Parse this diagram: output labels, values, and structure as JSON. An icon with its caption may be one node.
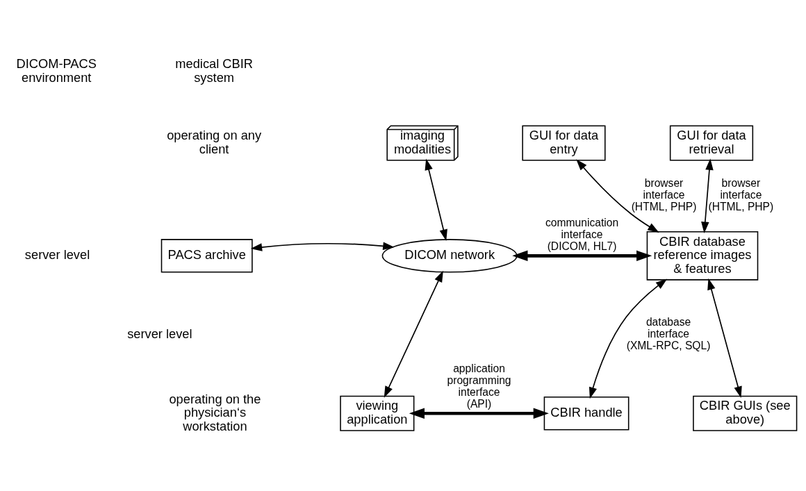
{
  "diagram": {
    "nodes": [
      {
        "text": [
          "imaging modalities"
        ]
      },
      {
        "text": [
          "GUI for data entry"
        ]
      },
      {
        "text": [
          "GUI for data retrieval"
        ]
      },
      {
        "text": [
          "PACS archive"
        ]
      },
      {
        "text": [
          "DICOM network"
        ]
      },
      {
        "text": [
          "CBIR database reference images & features"
        ]
      },
      {
        "text": [
          "viewing application"
        ]
      },
      {
        "text": [
          "CBIR handle"
        ]
      },
      {
        "text": [
          "CBIR GUIs (see above)"
        ]
      }
    ],
    "edges": [
      {
        "from": 0,
        "to": 4,
        "arrow": "both"
      },
      {
        "from": 1,
        "to": 5,
        "arrow": "both",
        "label": "browser interface (HTML, PHP)"
      },
      {
        "from": 2,
        "to": 5,
        "arrow": "both",
        "label": "browser interface (HTML, PHP)"
      },
      {
        "from": 3,
        "to": 4,
        "arrow": "both"
      },
      {
        "from": 4,
        "to": 5,
        "arrow": "both",
        "style": "thick",
        "label": "communication interface (DICOM, HL7)"
      },
      {
        "from": 4,
        "to": 6,
        "arrow": "both"
      },
      {
        "from": 5,
        "to": 7,
        "arrow": "both",
        "label": "database interface (XML-RPC, SQL)"
      },
      {
        "from": 5,
        "to": 8,
        "arrow": "both"
      },
      {
        "from": 6,
        "to": 7,
        "arrow": "both",
        "style": "thick",
        "label": "application programming interface (API)"
      }
    ],
    "labels": [
      "DICOM-PACS environment",
      "medical CBIR system",
      "operating on any client",
      "server level",
      "server level",
      "operating on the physician‘s workstation"
    ]
  }
}
